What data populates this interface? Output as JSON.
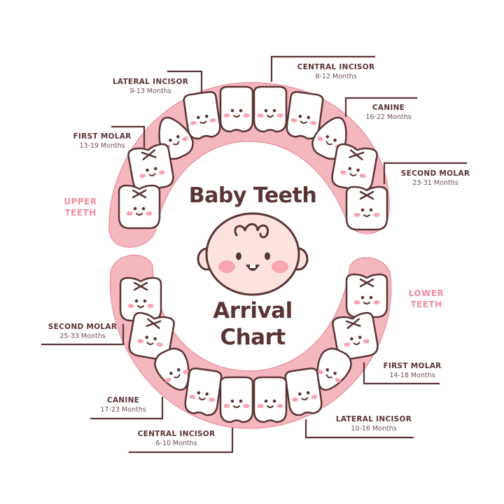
{
  "title_top": "Baby Teeth",
  "title_bottom_1": "Arrival",
  "title_bottom_2": "Chart",
  "upper": {
    "line1": "UPPER",
    "line2": "TEETH",
    "central_incisor": {
      "name": "CENTRAL INCISOR",
      "months": "8-12 Months"
    },
    "lateral_incisor": {
      "name": "LATERAL INCISOR",
      "months": "9-13 Months"
    },
    "canine": {
      "name": "CANINE",
      "months": "16-22 Months"
    },
    "first_molar": {
      "name": "FIRST MOLAR",
      "months": "13-19 Months"
    },
    "second_molar": {
      "name": "SECOND MOLAR",
      "months": "23-31 Months"
    }
  },
  "lower": {
    "line1": "LOWER",
    "line2": "TEETH",
    "central_incisor": {
      "name": "CENTRAL INCISOR",
      "months": "6-10 Months"
    },
    "lateral_incisor": {
      "name": "LATERAL INCISOR",
      "months": "10-16 Months"
    },
    "canine": {
      "name": "CANINE",
      "months": "17-23 Months"
    },
    "first_molar": {
      "name": "FIRST MOLAR",
      "months": "14-18 Months"
    },
    "second_molar": {
      "name": "SECOND MOLAR",
      "months": "25-33 Months"
    }
  },
  "colors": {
    "gum": "#f4b6bf",
    "gum_outline": "#e99aa7",
    "outline": "#5b3436",
    "tooth": "#ffffff",
    "cheek": "#f7a6b2",
    "face": "#fde3df",
    "accent_text": "#ef8f9f"
  }
}
